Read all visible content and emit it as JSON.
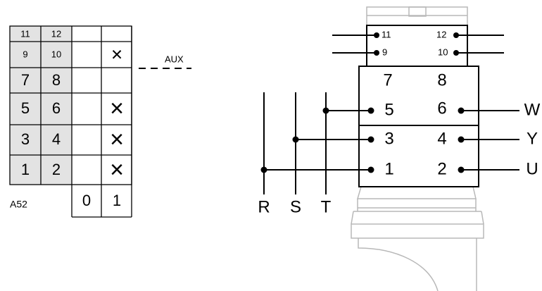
{
  "contact_table": {
    "rows": [
      {
        "left": "11",
        "right": "12",
        "mark_0": "",
        "mark_1": ""
      },
      {
        "left": "9",
        "right": "10",
        "mark_0": "",
        "mark_1": "×"
      },
      {
        "left": "7",
        "right": "8",
        "mark_0": "",
        "mark_1": ""
      },
      {
        "left": "5",
        "right": "6",
        "mark_0": "",
        "mark_1": "×"
      },
      {
        "left": "3",
        "right": "4",
        "mark_0": "",
        "mark_1": "×"
      },
      {
        "left": "1",
        "right": "2",
        "mark_0": "",
        "mark_1": "×"
      }
    ],
    "model_label": "A52",
    "positions": [
      "0",
      "1"
    ],
    "aux_label": "AUX"
  },
  "wiring": {
    "aux_terminals": {
      "left_top": "11",
      "left_bottom": "9",
      "right_top": "12",
      "right_bottom": "10"
    },
    "main_terminals": {
      "left": [
        "7",
        "5",
        "3",
        "1"
      ],
      "right": [
        "8",
        "6",
        "4",
        "2"
      ]
    },
    "inputs": [
      "R",
      "S",
      "T"
    ],
    "outputs": [
      "W",
      "Y",
      "U"
    ]
  },
  "colors": {
    "cell_fill": "#e3e3e3",
    "line": "#000000",
    "outline": "#b8b8b8"
  }
}
